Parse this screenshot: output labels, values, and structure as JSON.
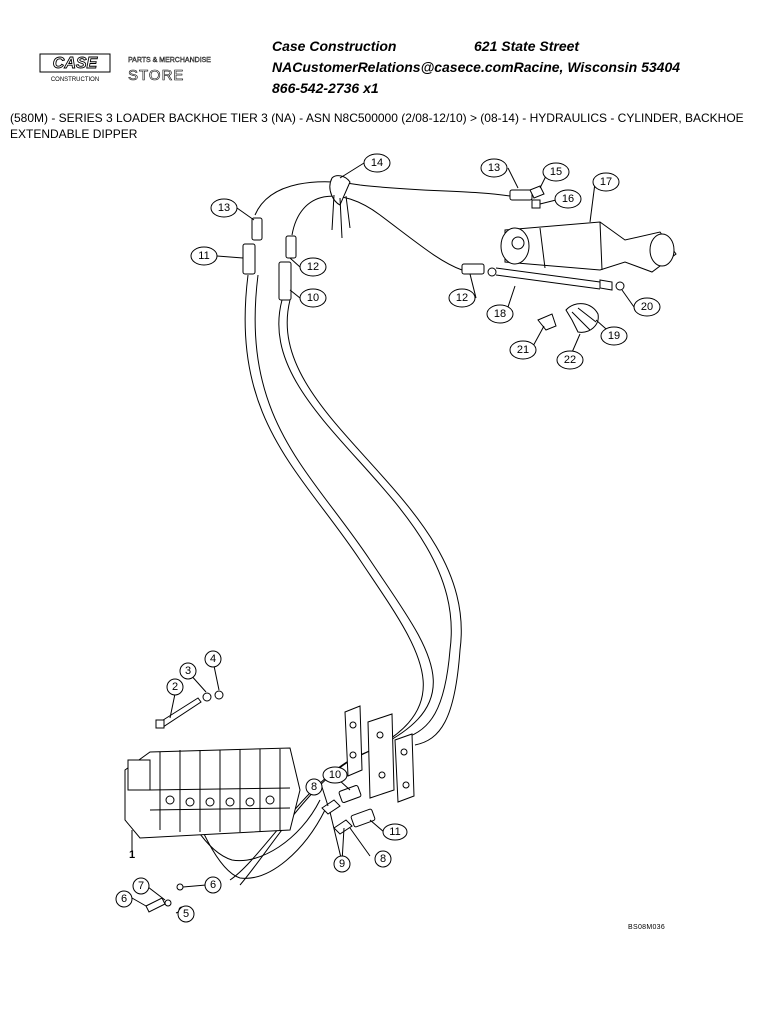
{
  "company": {
    "name": "Case Construction",
    "street": "621 State Street",
    "email": "NACustomerRelations@casece.com",
    "city": "Racine, Wisconsin 53404",
    "phone": "866-542-2736 x1"
  },
  "logo": {
    "brand": "CASE",
    "brand_sub": "CONSTRUCTION",
    "store_top": "PARTS & MERCHANDISE",
    "store_bottom": "STORE"
  },
  "breadcrumb": "(580M) - SERIES 3 LOADER BACKHOE TIER 3 (NA) - ASN N8C500000 (2/08-12/10) > (08-14) - HYDRAULICS - CYLINDER, BACKHOE EXTENDABLE DIPPER",
  "drawing_code": "BS08M036",
  "callouts": {
    "c14": "14",
    "c13a": "13",
    "c15": "15",
    "c16": "16",
    "c17": "17",
    "c13b": "13",
    "c11a": "11",
    "c12a": "12",
    "c10a": "10",
    "c12b": "12",
    "c18": "18",
    "c20": "20",
    "c19": "19",
    "c21": "21",
    "c22": "22",
    "c4": "4",
    "c3": "3",
    "c2": "2",
    "c1": "1",
    "c8a": "8",
    "c10b": "10",
    "c11b": "11",
    "c9": "9",
    "c8b": "8",
    "c7": "7",
    "c6a": "6",
    "c6b": "6",
    "c5": "5"
  }
}
